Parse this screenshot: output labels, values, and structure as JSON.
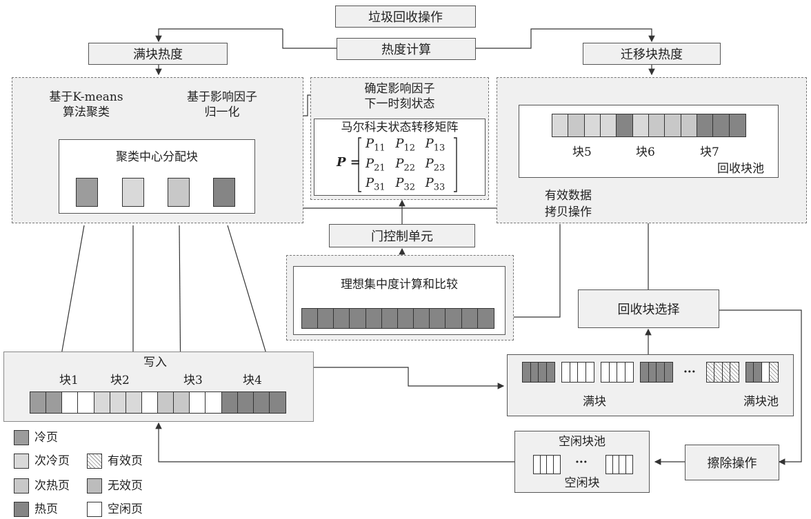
{
  "top": {
    "gc_op": "垃圾回收操作",
    "heat_calc": "热度计算"
  },
  "full_heat": "满块热度",
  "mig_heat": "迁移块热度",
  "left_panel": {
    "kmeans_line1": "基于K-means",
    "kmeans_line2": "算法聚类",
    "norm_line1": "基于影响因子",
    "norm_line2": "归一化",
    "cluster_title": "聚类中心分配块"
  },
  "markov": {
    "factor_line1": "确定影响因子",
    "factor_line2": "下一时刻状态",
    "matrix_title": "马尔科夫状态转移矩阵",
    "p_label": "P =",
    "entries": [
      "P11",
      "P12",
      "P13",
      "P21",
      "P22",
      "P23",
      "P31",
      "P32",
      "P33"
    ]
  },
  "gate_unit": "门控制单元",
  "ideal_calc": "理想集中度计算和比较",
  "right_panel": {
    "blocks": [
      "块5",
      "块6",
      "块7"
    ],
    "pool": "回收块池",
    "copy_line1": "有效数据",
    "copy_line2": "拷贝操作"
  },
  "write": {
    "label": "写入",
    "blocks": [
      "块1",
      "块2",
      "块3",
      "块4"
    ]
  },
  "recycle_select": "回收块选择",
  "full_pool": {
    "ellipsis": "···",
    "full_block": "满块",
    "pool": "满块池"
  },
  "free_pool": {
    "title": "空闲块池",
    "ellipsis": "···",
    "free_block": "空闲块"
  },
  "erase": "擦除操作",
  "legend": {
    "cold": "冷页",
    "sub_cold": "次冷页",
    "sub_hot": "次热页",
    "hot": "热页",
    "valid": "有效页",
    "invalid": "无效页",
    "free": "空闲页"
  },
  "colors": {
    "panel_bg": "#f0f0f0",
    "line": "#333333"
  }
}
